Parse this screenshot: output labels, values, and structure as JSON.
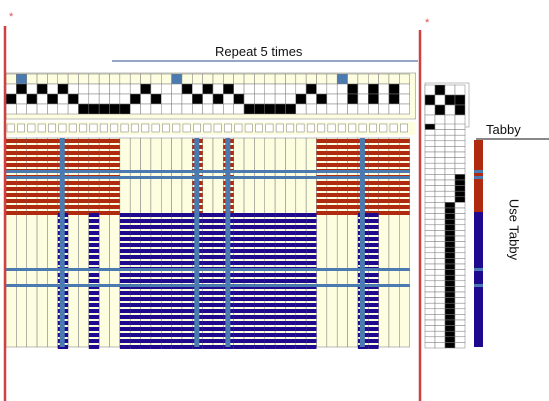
{
  "labels": {
    "repeat": "Repeat 5 times",
    "tabby": "Tabby",
    "use_tabby": "Use Tabby",
    "marker": "*"
  },
  "colors": {
    "background": "#ffffff",
    "cream": "#fdfde0",
    "red": "#b02a10",
    "blue": "#1f0a8f",
    "steel": "#4a7ab0",
    "black": "#000000",
    "grid": "#7a7a7a",
    "marker_line": "#d04040",
    "repeat_line": "#2a4f8a"
  },
  "threading": {
    "row1": "010000000000000010000000000000001000000",
    "row2": "010101000000010001010100000001000101010",
    "row3": "101010100000101000101010000010100101010",
    "row4": "000000011111000000000001111100000000000"
  },
  "tieup": {
    "rows": [
      "0100",
      "1011",
      "0101",
      "0000"
    ]
  },
  "warp_colors": "RRRRRRRRRRRBBBBBBBBBBBBBBBBBBBRRRRRRRRR"
}
